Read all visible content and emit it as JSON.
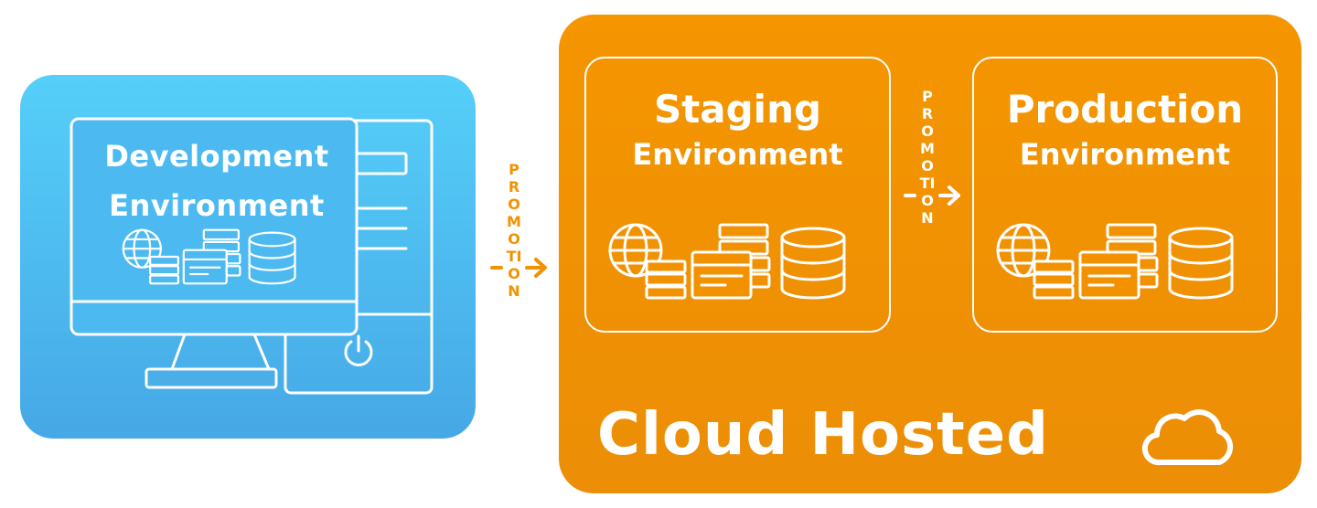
{
  "development": {
    "title_line1": "Development",
    "title_line2": "Environment",
    "panel_color": "#4fc2f4"
  },
  "promotion": {
    "label_1": "PROMOTION",
    "label_2": "PROMOTION",
    "color_1": "#f39200",
    "color_2": "#ffffff"
  },
  "staging": {
    "title_line1": "Staging",
    "title_line2": "Environment"
  },
  "production": {
    "title_line1": "Production",
    "title_line2": "Environment"
  },
  "cloud": {
    "label": "Cloud Hosted",
    "panel_color": "#f39200"
  },
  "icons": {
    "monitor": "monitor-icon",
    "tower": "computer-tower-icon",
    "power": "power-icon",
    "globe": "globe-icon",
    "server": "server-icon",
    "browser": "browser-window-icon",
    "database": "database-icon",
    "cloud": "cloud-icon",
    "arrow": "arrow-right-icon"
  }
}
